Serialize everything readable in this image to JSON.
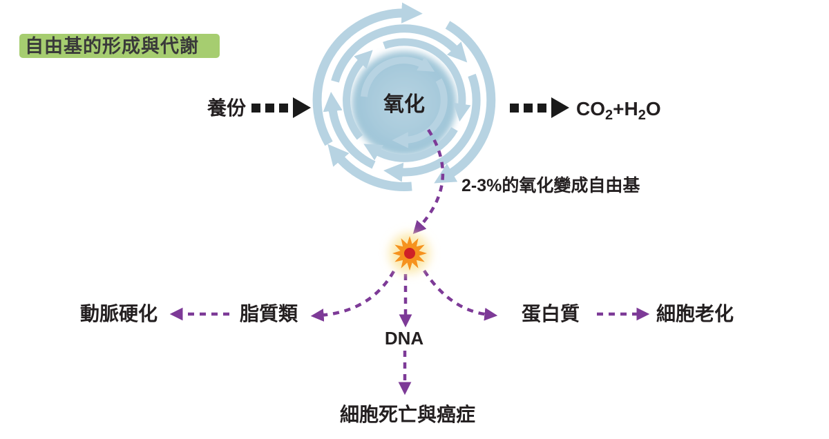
{
  "title": "自由基的形成與代謝",
  "vortex": {
    "center_label": "氧化"
  },
  "input": {
    "label": "養份"
  },
  "output": {
    "co": "CO",
    "sub_a": "2",
    "mid": "+H",
    "sub_b": "2",
    "end": "O"
  },
  "note": {
    "label": "2-3%的氧化變成自由基"
  },
  "nodes": {
    "lipids": "脂質類",
    "arteriosclerosis": "動脈硬化",
    "dna": "DNA",
    "cell_death_cancer": "細胞死亡與癌症",
    "protein": "蛋白質",
    "cell_aging": "細胞老化"
  },
  "colors": {
    "highlight_green": "#a6cd70",
    "vortex_blue": "#b7d3e2",
    "oxidation_circle_blue": "#a9cbdc",
    "text_dark": "#231f20",
    "arrow_black": "#1a1a1a",
    "purple": "#7d3a97",
    "star_orange": "#f6921e",
    "star_core_red": "#ce2127",
    "star_glow_yellow": "#fbe9ad"
  }
}
